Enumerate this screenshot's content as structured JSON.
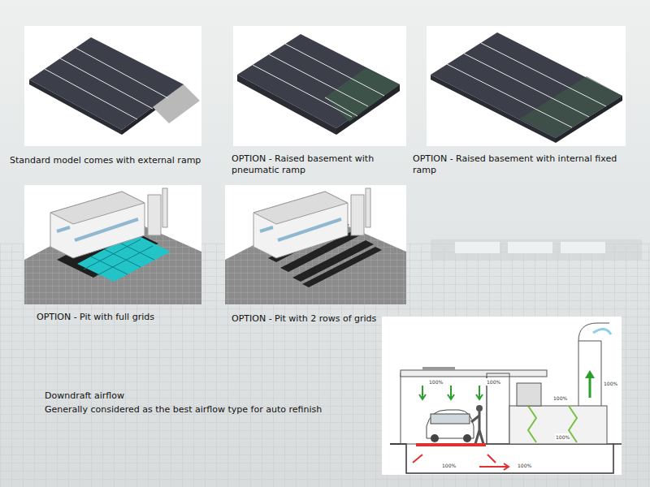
{
  "diagram": {
    "nodes": [
      {
        "text": [
          "Standard model comes with external ramp"
        ]
      },
      {
        "text": [
          "OPTION - Raised basement with pneumatic ramp"
        ]
      },
      {
        "text": [
          "OPTION - Raised basement with internal fixed ramp"
        ]
      },
      {
        "text": [
          "OPTION - Pit with full grids"
        ]
      },
      {
        "text": [
          "OPTION - Pit with 2 rows of grids"
        ]
      }
    ],
    "labels": [
      "Downdraft airflow",
      "Generally considered as the best airflow type for auto refinish",
      "100%",
      "100%",
      "100%",
      "100%",
      "100%",
      "100%",
      "100%"
    ]
  }
}
